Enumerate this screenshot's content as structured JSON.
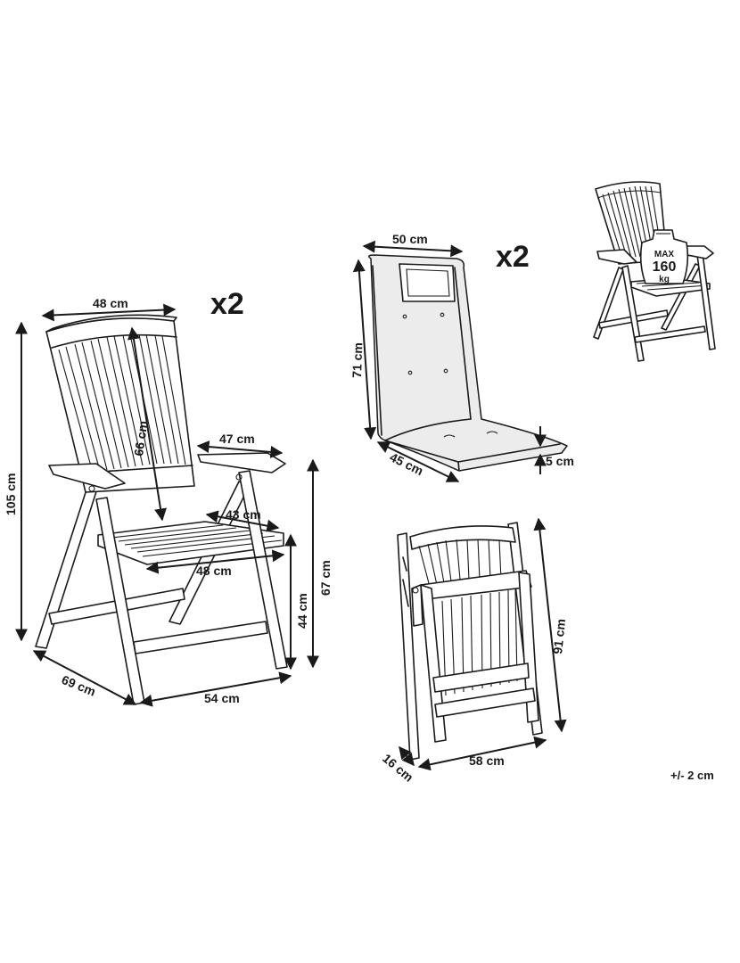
{
  "chair": {
    "quantity": "x2",
    "width_top": "48 cm",
    "backrest_height": "66 cm",
    "armrest_length": "47 cm",
    "seat_depth": "43 cm",
    "seat_width": "48 cm",
    "total_height": "105 cm",
    "armrest_height": "67 cm",
    "seat_height": "44 cm",
    "depth": "69 cm",
    "width": "54 cm"
  },
  "cushion": {
    "quantity": "x2",
    "width": "50 cm",
    "height": "71 cm",
    "depth": "45 cm",
    "thickness": "5 cm"
  },
  "folded": {
    "height": "91 cm",
    "width": "58 cm",
    "thickness": "16 cm"
  },
  "load": {
    "max_label": "MAX",
    "value": "160",
    "unit": "kg"
  },
  "tolerance": "+/- 2 cm"
}
